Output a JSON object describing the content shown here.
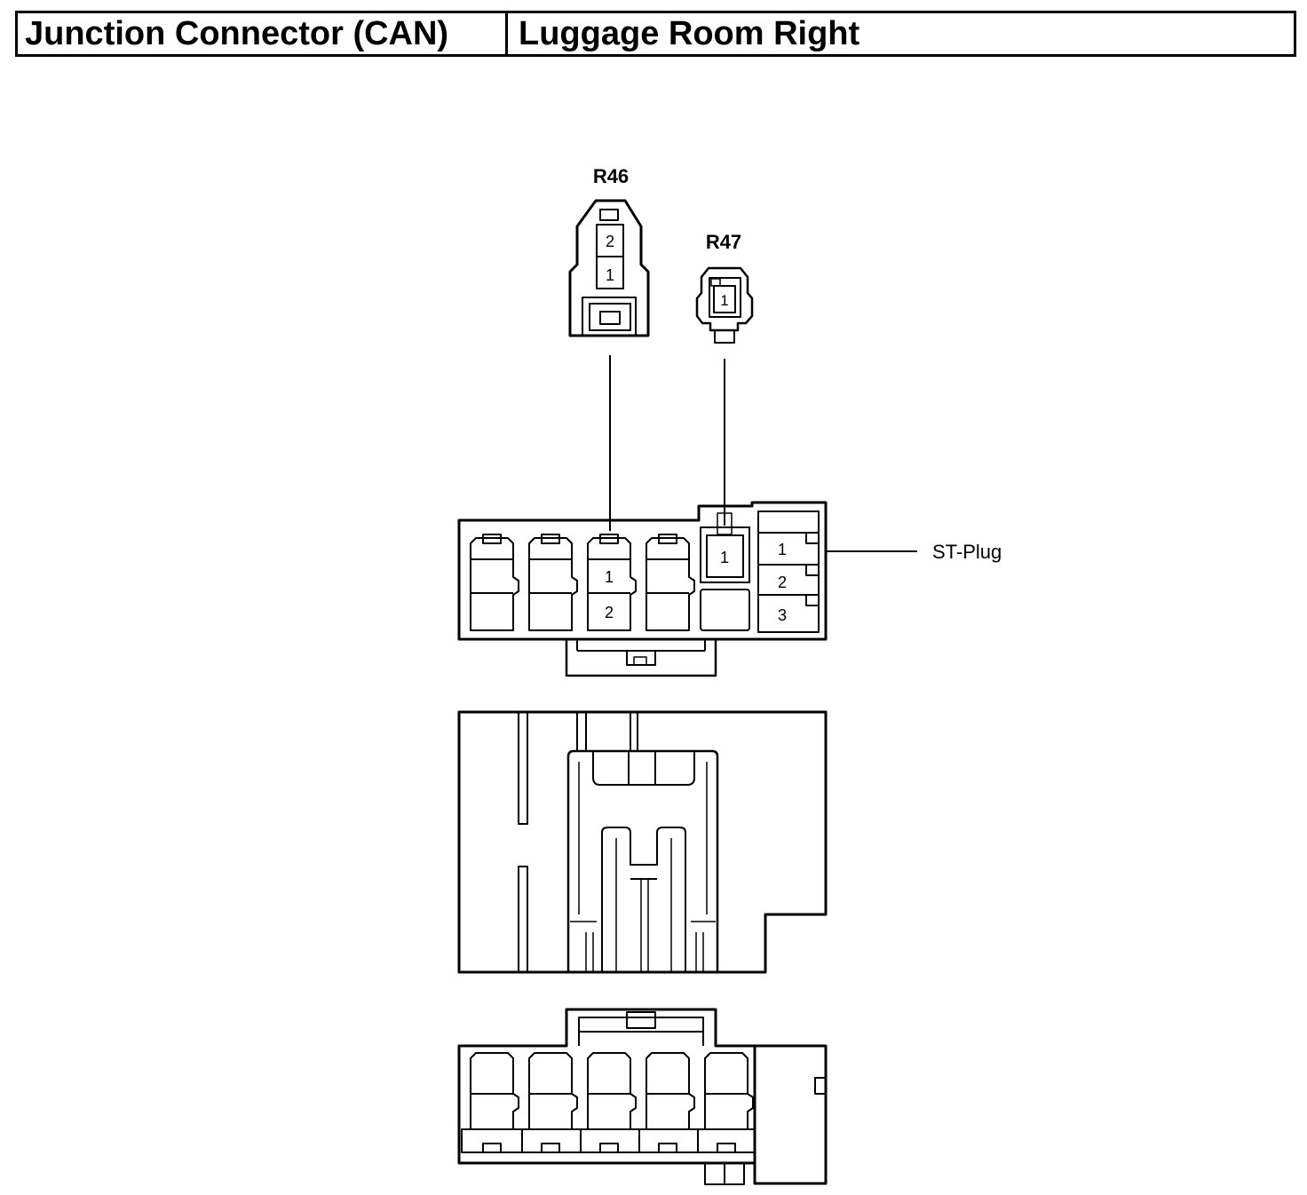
{
  "header": {
    "component": "Junction Connector (CAN)",
    "location": "Luggage Room Right"
  },
  "connectors": {
    "r46": {
      "label": "R46",
      "pins": [
        "2",
        "1"
      ]
    },
    "r47": {
      "label": "R47",
      "pins": [
        "1"
      ]
    }
  },
  "junction_block": {
    "r46_slot_pins": [
      "1",
      "2"
    ],
    "r47_slot_pin": "1",
    "st_plug": {
      "label": "ST-Plug",
      "pins": [
        "1",
        "2",
        "3"
      ]
    }
  },
  "colors": {
    "line": "#000000",
    "background": "#ffffff"
  }
}
